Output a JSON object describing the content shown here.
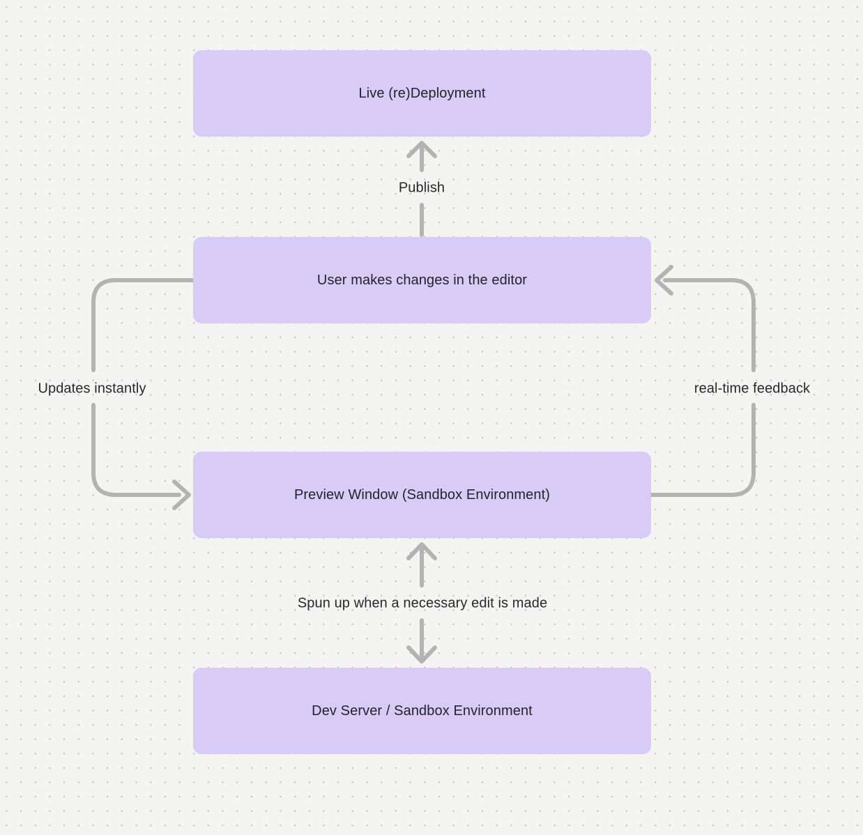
{
  "canvas": {
    "background_color": "#f4f4f3",
    "dot_color": "#c2c2c2"
  },
  "diagram": {
    "type": "flowchart",
    "node_fill_color": "#d8ccf6",
    "node_text_color": "#212428",
    "arrow_color": "#b3b3b3",
    "label_text_color": "#26282c",
    "nodes": [
      {
        "id": "live-redeployment",
        "label": "Live (re)Deployment"
      },
      {
        "id": "editor-changes",
        "label": "User makes changes in the editor"
      },
      {
        "id": "preview-window",
        "label": "Preview Window (Sandbox Environment)"
      },
      {
        "id": "dev-server",
        "label": "Dev Server / Sandbox Environment"
      }
    ],
    "edges": [
      {
        "id": "publish",
        "from": "editor-changes",
        "to": "live-redeployment",
        "label": "Publish",
        "direction": "up"
      },
      {
        "id": "updates-instantly",
        "from": "editor-changes",
        "to": "preview-window",
        "label": "Updates instantly",
        "direction": "left-loop-down"
      },
      {
        "id": "real-time-feedback",
        "from": "preview-window",
        "to": "editor-changes",
        "label": "real-time feedback",
        "direction": "right-loop-up"
      },
      {
        "id": "spun-up",
        "from": "preview-window",
        "to": "dev-server",
        "label": "Spun up when a necessary edit is made",
        "direction": "bidirectional"
      }
    ]
  }
}
